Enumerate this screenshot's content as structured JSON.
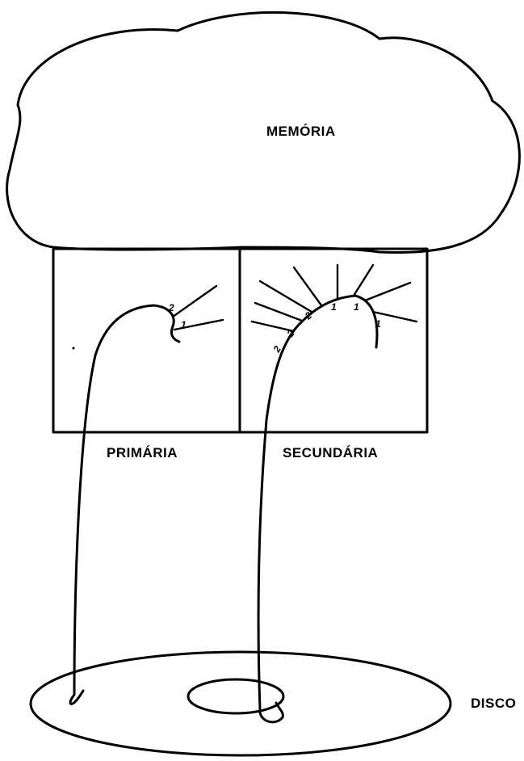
{
  "labels": {
    "memory": "MEMÓRIA",
    "primary": "PRIMÁRIA",
    "secondary": "SECUNDÁRIA",
    "disk": "DISCO"
  },
  "primary_branch_numbers": [
    "2",
    "1"
  ],
  "secondary_branch_numbers": [
    "2",
    "2",
    "2",
    "1",
    "1",
    "1"
  ]
}
